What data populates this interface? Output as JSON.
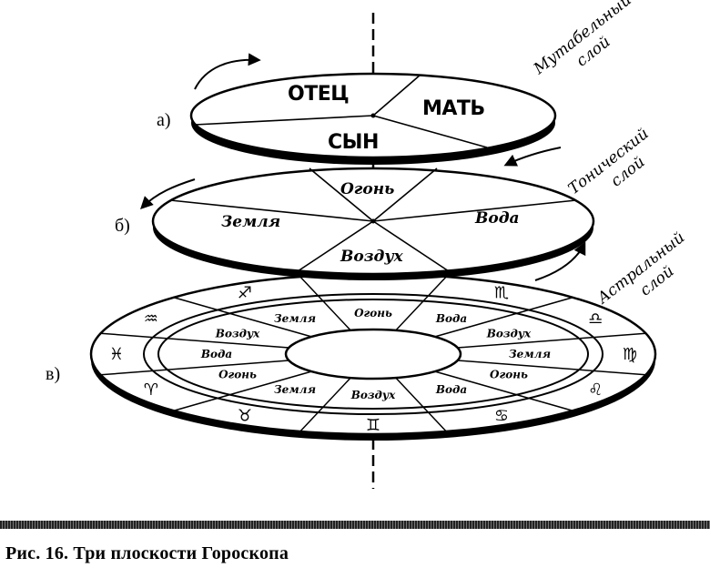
{
  "labels": {
    "a": "а)",
    "b": "б)",
    "v": "в)"
  },
  "disk_a": {
    "father": "ОТЕЦ",
    "mother": "МАТЬ",
    "son": "СЫН"
  },
  "disk_b": {
    "fire": "Огонь",
    "earth": "Земля",
    "water": "Вода",
    "air": "Воздух"
  },
  "disk_v_inner": [
    "Огонь",
    "Вода",
    "Воздух",
    "Земля",
    "Огонь",
    "Вода",
    "Воздух",
    "Земля",
    "Огонь",
    "Вода",
    "Воздух",
    "Земля"
  ],
  "zodiac": [
    {
      "symbol": "♉",
      "name": "taurus-icon"
    },
    {
      "symbol": "♊",
      "name": "gemini-icon"
    },
    {
      "symbol": "♋",
      "name": "cancer-icon"
    },
    {
      "symbol": "♌",
      "name": "leo-icon"
    },
    {
      "symbol": "♍",
      "name": "virgo-icon"
    },
    {
      "symbol": "♎",
      "name": "libra-icon"
    },
    {
      "symbol": "♏",
      "name": "scorpio-icon"
    },
    {
      "symbol": "♐",
      "name": "sagittarius-icon"
    },
    {
      "symbol": "♒",
      "name": "aquarius-icon"
    },
    {
      "symbol": "♓",
      "name": "pisces-icon"
    },
    {
      "symbol": "♈",
      "name": "aries-icon"
    }
  ],
  "layers": {
    "mutable": [
      "Мутабельный",
      "слой"
    ],
    "tonic": [
      "Тонический",
      "слой"
    ],
    "astral": [
      "Астральный",
      "слой"
    ]
  },
  "caption": "Рис. 16. Три плоскости Гороскопа"
}
